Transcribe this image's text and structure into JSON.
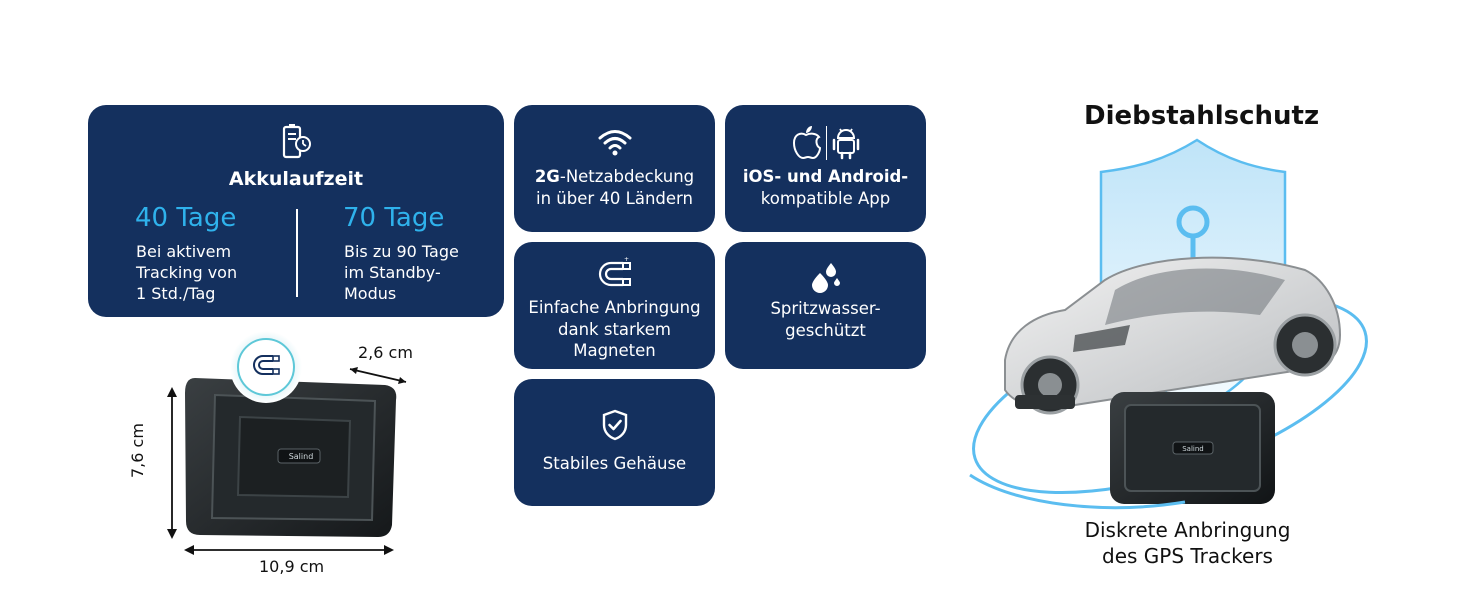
{
  "battery_card": {
    "title": "Akkulaufzeit",
    "left_value": "40 Tage",
    "left_desc_line1": "Bei aktivem",
    "left_desc_line2": "Tracking von",
    "left_desc_line3": "1 Std./Tag",
    "right_value": "70 Tage",
    "right_desc_line1": "Bis zu 90 Tage",
    "right_desc_line2": "im Standby-",
    "right_desc_line3": "Modus",
    "icon": "battery-clock-icon"
  },
  "features": {
    "network": {
      "bold": "2G",
      "line1_rest": "-Netzabdeckung",
      "line2": "in über 40 Ländern",
      "icon": "wifi-icon"
    },
    "app": {
      "line1": "iOS- und Android-",
      "line2": "kompatible App",
      "icons": [
        "apple-icon",
        "android-icon"
      ]
    },
    "magnet": {
      "line1": "Einfache Anbringung",
      "line2": "dank starkem",
      "line3": "Magneten",
      "icon": "magnet-icon"
    },
    "splash": {
      "line1": "Spritzwasser-",
      "line2": "geschützt",
      "icon": "water-drops-icon"
    },
    "housing": {
      "line1": "Stabiles Gehäuse",
      "icon": "shield-check-icon"
    }
  },
  "device": {
    "brand": "Salind",
    "depth": "2,6 cm",
    "height": "7,6 cm",
    "width": "10,9 cm"
  },
  "theft": {
    "title": "Diebstahlschutz",
    "caption_line1": "Diskrete Anbringung",
    "caption_line2": "des GPS Trackers"
  },
  "colors": {
    "card_bg": "#14305e",
    "accent_blue": "#2fb2ec",
    "orbit": "#5bbdf0",
    "shield": "#cfeafb"
  }
}
